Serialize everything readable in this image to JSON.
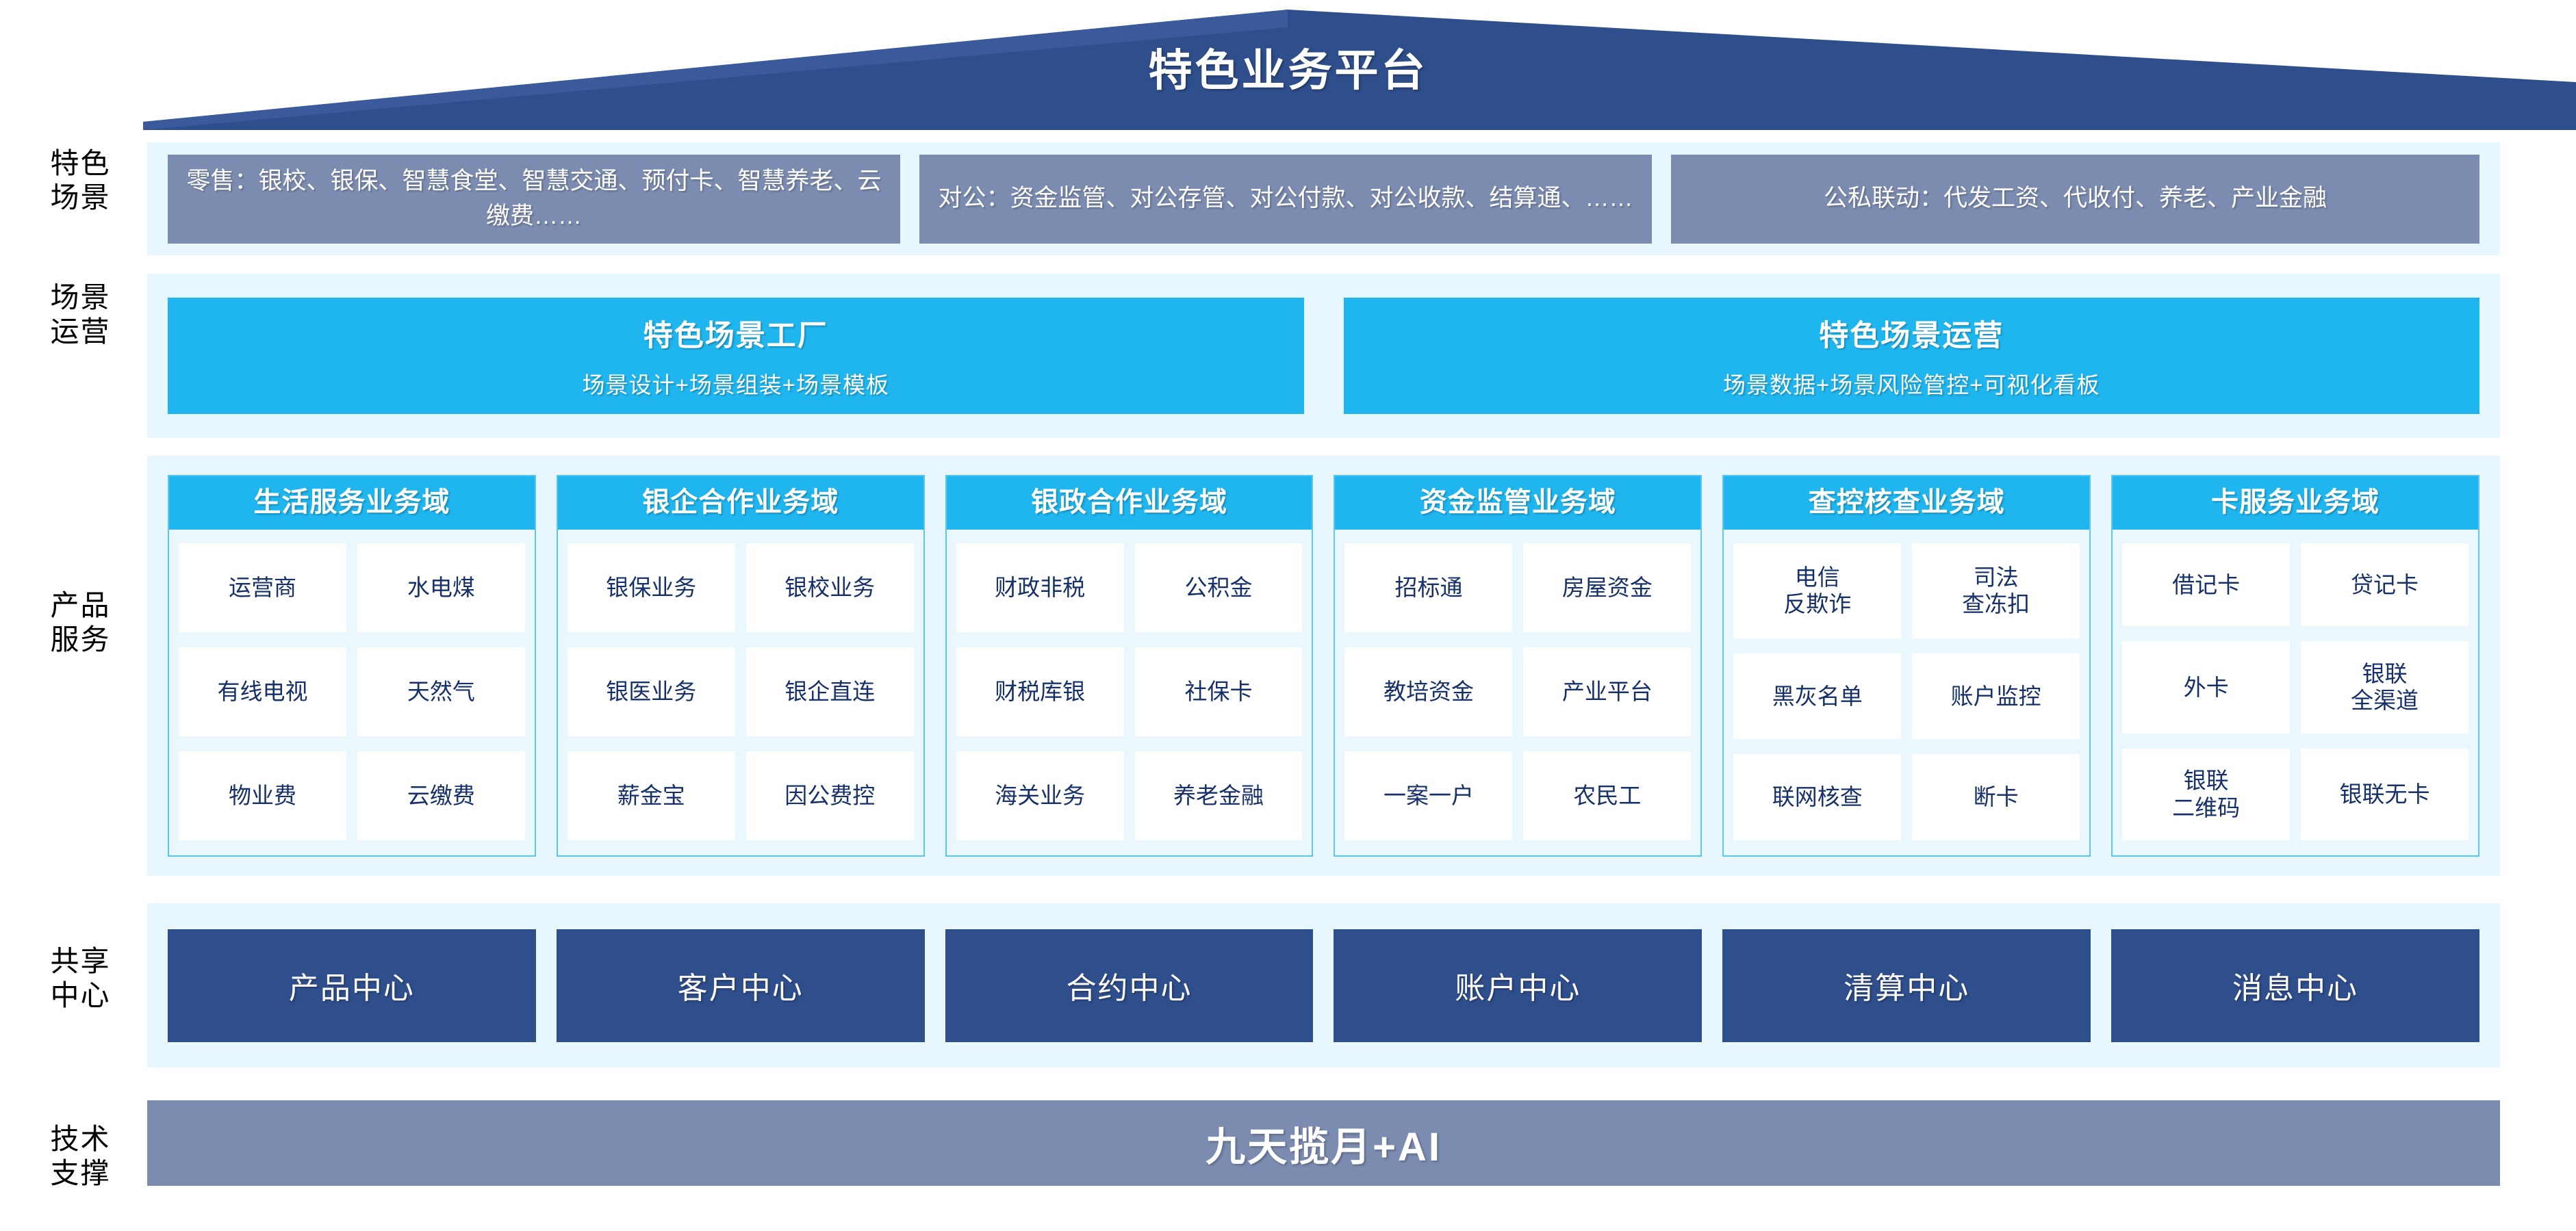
{
  "header": {
    "title": "特色业务平台"
  },
  "colors": {
    "roof_navy": "#2f4e8c",
    "band_light": "#e8f6fd",
    "scenario_gray_blue": "#7c8cb0",
    "accent_cyan": "#1fb6ef",
    "deep_navy": "#2f4e8c",
    "cell_text_navy": "#16306b"
  },
  "rows": {
    "scenario": {
      "label": "特色\n场景",
      "boxes": [
        {
          "name": "retail",
          "text": "零售：银校、银保、智慧食堂、智慧交通、预付卡、智慧养老、云缴费……"
        },
        {
          "name": "corporate",
          "text": "对公：资金监管、对公存管、对公付款、对公收款、结算通、……"
        },
        {
          "name": "public-private",
          "text": "公私联动：代发工资、代收付、养老、产业金融"
        }
      ]
    },
    "operation": {
      "label": "场景\n运营",
      "boxes": [
        {
          "name": "scene-factory",
          "title": "特色场景工厂",
          "sub": "场景设计+场景组装+场景模板"
        },
        {
          "name": "scene-operation",
          "title": "特色场景运营",
          "sub": "场景数据+场景风险管控+可视化看板"
        }
      ]
    },
    "product": {
      "label": "产品\n服务",
      "domains": [
        {
          "name": "life-service",
          "title": "生活服务业务域",
          "items": [
            "运营商",
            "水电煤",
            "有线电视",
            "天然气",
            "物业费",
            "云缴费"
          ]
        },
        {
          "name": "bank-enterprise",
          "title": "银企合作业务域",
          "items": [
            "银保业务",
            "银校业务",
            "银医业务",
            "银企直连",
            "薪金宝",
            "因公费控"
          ]
        },
        {
          "name": "bank-government",
          "title": "银政合作业务域",
          "items": [
            "财政非税",
            "公积金",
            "财税库银",
            "社保卡",
            "海关业务",
            "养老金融"
          ]
        },
        {
          "name": "fund-supervision",
          "title": "资金监管业务域",
          "items": [
            "招标通",
            "房屋资金",
            "教培资金",
            "产业平台",
            "一案一户",
            "农民工"
          ]
        },
        {
          "name": "inquiry-control",
          "title": "查控核查业务域",
          "items": [
            "电信\n反欺诈",
            "司法\n查冻扣",
            "黑灰名单",
            "账户监控",
            "联网核查",
            "断卡"
          ]
        },
        {
          "name": "card-service",
          "title": "卡服务业务域",
          "items": [
            "借记卡",
            "贷记卡",
            "外卡",
            "银联\n全渠道",
            "银联\n二维码",
            "银联无卡"
          ]
        }
      ]
    },
    "shared_center": {
      "label": "共享\n中心",
      "boxes": [
        {
          "name": "product-center",
          "text": "产品中心"
        },
        {
          "name": "customer-center",
          "text": "客户中心"
        },
        {
          "name": "contract-center",
          "text": "合约中心"
        },
        {
          "name": "account-center",
          "text": "账户中心"
        },
        {
          "name": "clearing-center",
          "text": "清算中心"
        },
        {
          "name": "message-center",
          "text": "消息中心"
        }
      ]
    },
    "tech_support": {
      "label": "技术\n支撑",
      "bar_text": "九天揽月+AI"
    }
  }
}
